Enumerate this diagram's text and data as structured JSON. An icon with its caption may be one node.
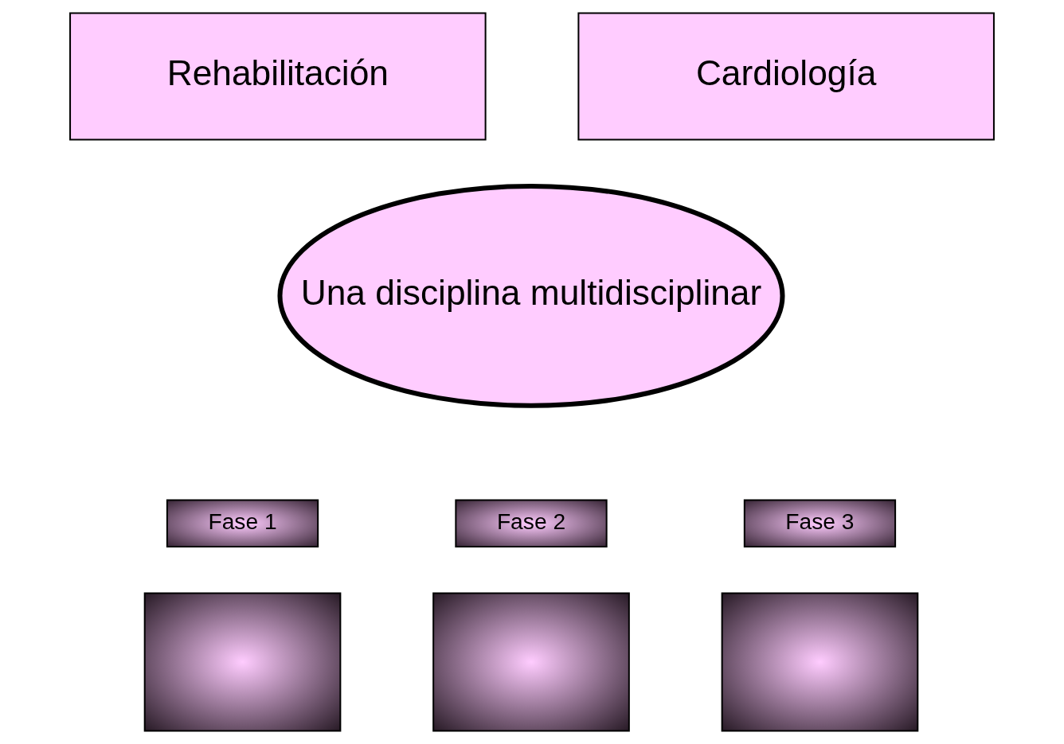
{
  "diagram": {
    "nodes": [
      {
        "text": [
          "Rehabilitación"
        ]
      },
      {
        "text": [
          "Cardiología"
        ]
      },
      {
        "text": [
          "Una disciplina multidisciplinar"
        ]
      },
      {
        "text": [
          "Fase 1"
        ]
      },
      {
        "text": [],
        "shape": "box"
      },
      {
        "text": [
          "Fase 2"
        ]
      },
      {
        "text": [],
        "shape": "box"
      },
      {
        "text": [
          "Fase 3"
        ]
      },
      {
        "text": [],
        "shape": "box"
      }
    ],
    "edges": []
  }
}
